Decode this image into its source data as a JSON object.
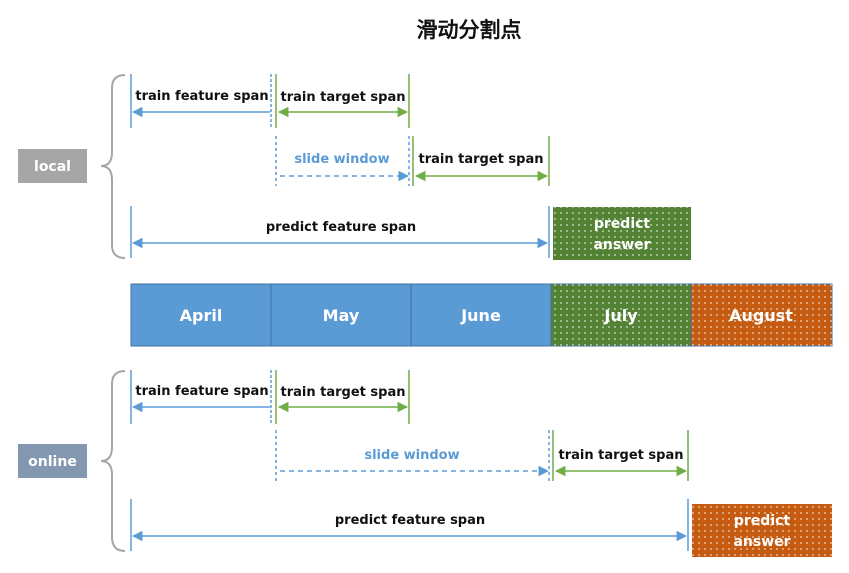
{
  "title": "滑动分割点",
  "colors": {
    "blue": "#5b9bd5",
    "green": "#70ad47",
    "dark_green": "#548235",
    "orange": "#c55a11",
    "gray_label": "#a6a6a6",
    "slate_label": "#8497b0"
  },
  "months": [
    "April",
    "May",
    "June",
    "July",
    "August"
  ],
  "local": {
    "label": "local",
    "train_feature_span": "train feature span",
    "train_target_span": "train target span",
    "slide_window": "slide window",
    "train_target_span_2": "train target span",
    "predict_feature_span": "predict feature span",
    "predict_answer": [
      "predict",
      "answer"
    ]
  },
  "online": {
    "label": "online",
    "train_feature_span": "train feature span",
    "train_target_span": "train target span",
    "slide_window": "slide window",
    "train_target_span_2": "train target span",
    "predict_feature_span": "predict feature span",
    "predict_answer": [
      "predict",
      "answer"
    ]
  }
}
